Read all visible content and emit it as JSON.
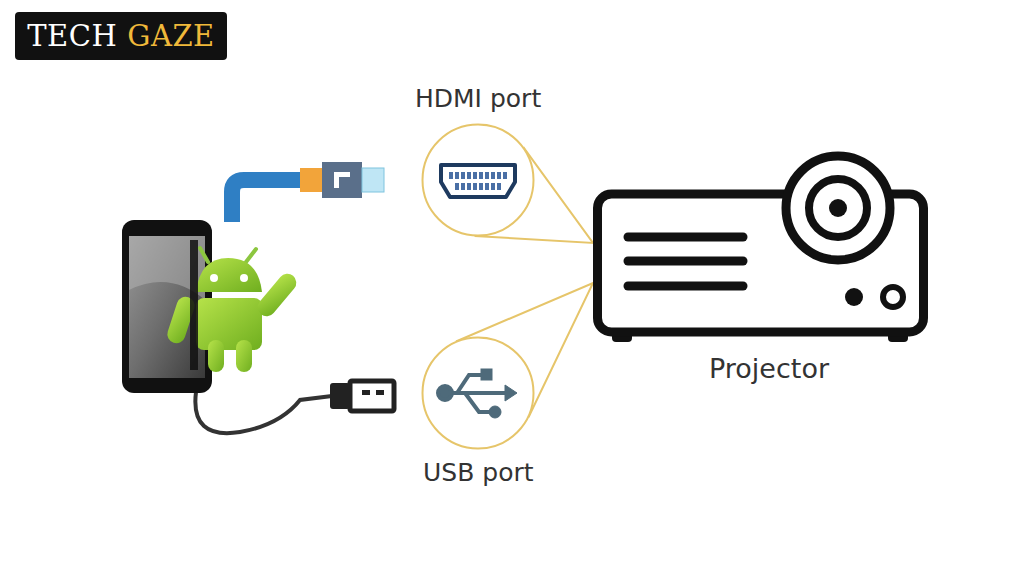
{
  "diagram": {
    "nodes": [
      {
        "text": [
          "TECH",
          "GAZE"
        ]
      },
      {
        "text": [
          "HDMI port"
        ]
      },
      {
        "text": [
          "USB port"
        ]
      },
      {
        "text": [
          "Projector"
        ]
      }
    ],
    "edges": [
      {
        "from": 1,
        "to": 3,
        "arrow": "none"
      },
      {
        "from": 2,
        "to": 3,
        "arrow": "none"
      }
    ]
  }
}
